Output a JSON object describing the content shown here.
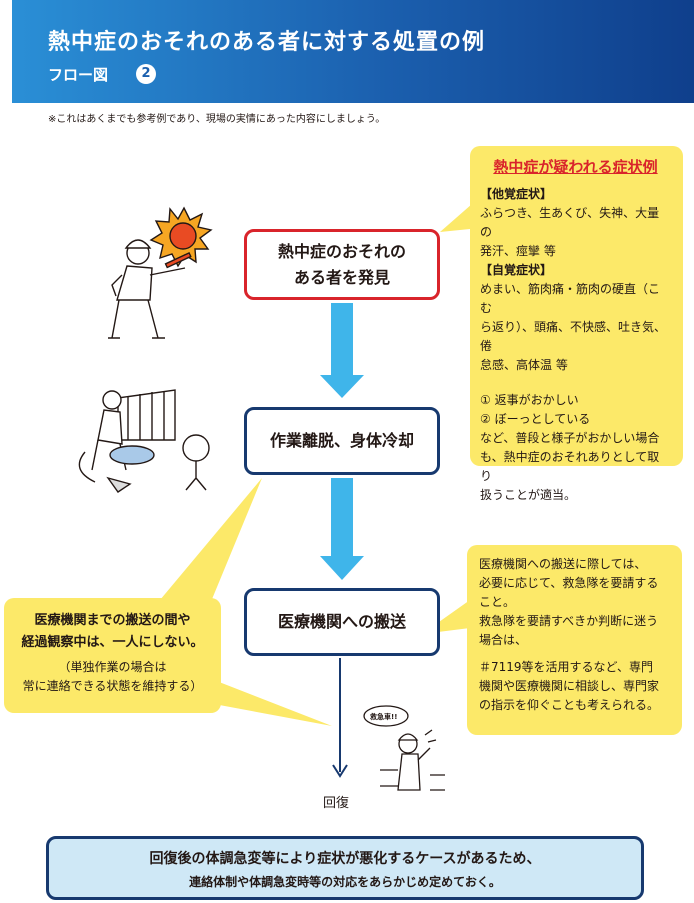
{
  "header": {
    "title": "熱中症のおそれのある者に対する処置の例",
    "subtitle": "フロー図",
    "subtitle_number": "2"
  },
  "note": "※これはあくまでも参考例であり、現場の実情にあった内容にしましょう。",
  "flow": {
    "discover": "熱中症のおそれの\nある者を発見",
    "cool": "作業離脱、身体冷却",
    "transport": "医療機関への搬送",
    "recover": "回復"
  },
  "symptoms": {
    "title": "熱中症が疑われる症状例",
    "objective_heading": "【他覚症状】",
    "objective_text": "ふらつき、生あくび、失神、大量の\n発汗、痙攣 等",
    "subjective_heading": "【自覚症状】",
    "subjective_text": "めまい、筋肉痛・筋肉の硬直（こむ\nら返り）、頭痛、不快感、吐き気、倦\n怠感、高体温 等",
    "signs_text": "① 返事がおかしい\n② ぼーっとしている\nなど、普段と様子がおかしい場合\nも、熱中症のおそれありとして取り\n扱うことが適当。"
  },
  "transport_note": {
    "line1": "医療機関への搬送に際しては、\n必要に応じて、救急隊を要請する\nこと。",
    "line2": "救急隊を要請すべきか判断に迷う\n場合は、",
    "line3": "＃7119等を活用するなど、専門\n機関や医療機関に相談し、専門家\nの指示を仰ぐことも考えられる。"
  },
  "alone_note": {
    "main": "医療機関までの搬送の間や\n経過観察中は、一人にしない。",
    "sub": "（単独作業の場合は\n常に連絡できる状態を維持する）"
  },
  "illustration": {
    "bubble_text": "救急車!!"
  },
  "bottom": {
    "line1": "回復後の体調急変等により症状が悪化するケースがあるため、",
    "line2": "連絡体制や体調急変時等の対応をあらかじめ定めておく。"
  },
  "colors": {
    "header_blue": "#1b5fae",
    "alert_red": "#d9242b",
    "navy_border": "#17396f",
    "callout_yellow": "#fce969",
    "arrow_blue": "#3fb5ea",
    "bottom_fill": "#cfe8f6"
  }
}
